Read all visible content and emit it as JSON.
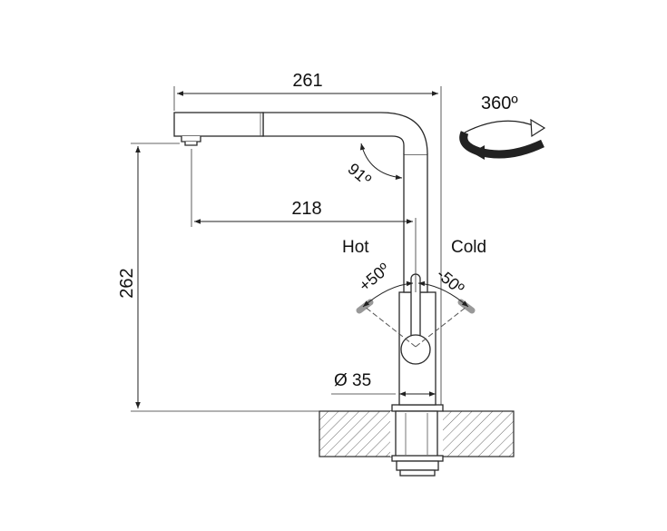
{
  "labels": {
    "width_total": "261",
    "height_total": "262",
    "reach": "218",
    "rotation": "360º",
    "spout_angle": "91º",
    "hot": "Hot",
    "cold": "Cold",
    "hot_angle": "+50º",
    "cold_angle": "-50º",
    "diameter": "Ø 35"
  }
}
